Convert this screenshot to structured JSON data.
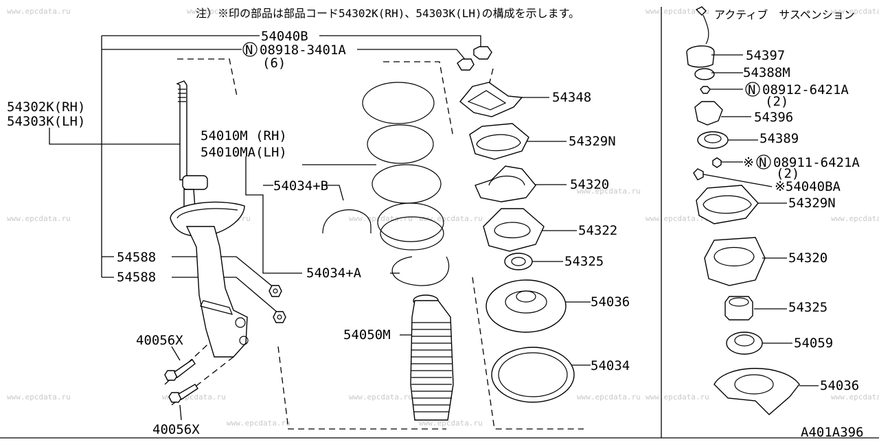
{
  "header_note": "注）※印の部品は部品コード54302K(RH)、54303K(LH)の構成を示します。",
  "active_suspension_label": "アクティブ　サスペンション",
  "diagram_code": "A401A396",
  "watermark_text": "www.epcdata.ru",
  "labels": {
    "p54040B": "54040B",
    "p08918_main": "08918-3401A",
    "p08918_qty": "(6)",
    "p54302K": "54302K(RH)",
    "p54303K": "54303K(LH)",
    "p54010M": "54010M (RH)",
    "p54010MA": "54010MA(LH)",
    "p54034B": "54034+B",
    "p54034A": "54034+A",
    "p54588a": "54588",
    "p54588b": "54588",
    "p40056Xa": "40056X",
    "p40056Xb": "40056X",
    "p54050M": "54050M",
    "p54348": "54348",
    "p54329N": "54329N",
    "p54320": "54320",
    "p54322": "54322",
    "p54325": "54325",
    "p54036": "54036",
    "p54034": "54034",
    "r54397": "54397",
    "r54388M": "54388M",
    "r08912_main": "08912-6421A",
    "r08912_qty": "(2)",
    "r54396": "54396",
    "r54389": "54389",
    "r08911_main": "08911-6421A",
    "r08911_qty": "(2)",
    "r54040BA": "※54040BA",
    "r54329N": "54329N",
    "r54320": "54320",
    "r54325": "54325",
    "r54059": "54059",
    "r54036": "54036",
    "n_marker": "N",
    "kome_marker": "※"
  }
}
